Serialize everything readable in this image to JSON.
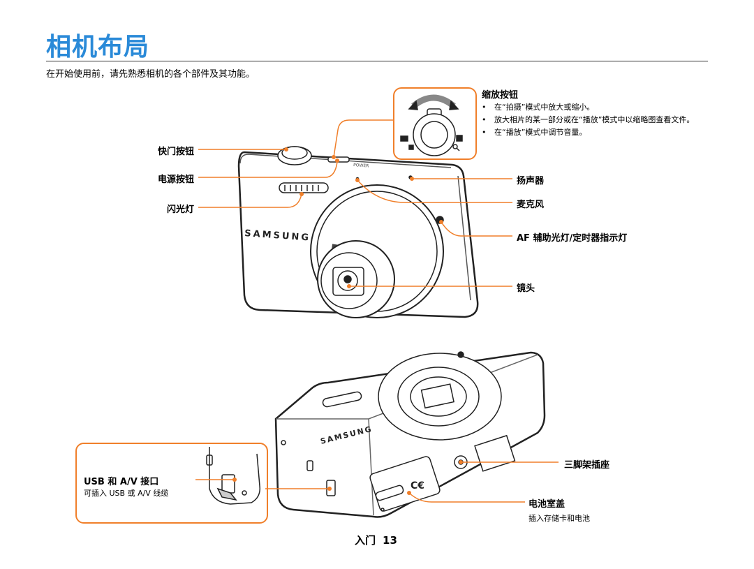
{
  "page": {
    "title": "相机布局",
    "intro": "在开始使用前，请先熟悉相机的各个部件及其功能。",
    "footer_section": "入门",
    "page_number": "13"
  },
  "labels": {
    "shutter": "快门按钮",
    "power": "电源按钮",
    "flash": "闪光灯",
    "zoom": "缩放按钮",
    "speaker": "扬声器",
    "mic": "麦克风",
    "af_lamp": "AF 辅助光灯/定时器指示灯",
    "lens": "镜头",
    "usb": "USB 和 A/V 接口",
    "usb_note": "可插入 USB 或 A/V 线缆",
    "tripod": "三脚架插座",
    "battery": "电池室盖",
    "battery_note": "插入存储卡和电池"
  },
  "zoom_notes": [
    "在“拍摄”模式中放大或缩小。",
    "放大相片的某一部分或在“播放”模式中以缩略图查看文件。",
    "在“播放”模式中调节音量。"
  ],
  "brand": "SAMSUNG",
  "power_text": "POWER",
  "colors": {
    "accent": "#f07f2a",
    "title": "#2a8ad8"
  }
}
